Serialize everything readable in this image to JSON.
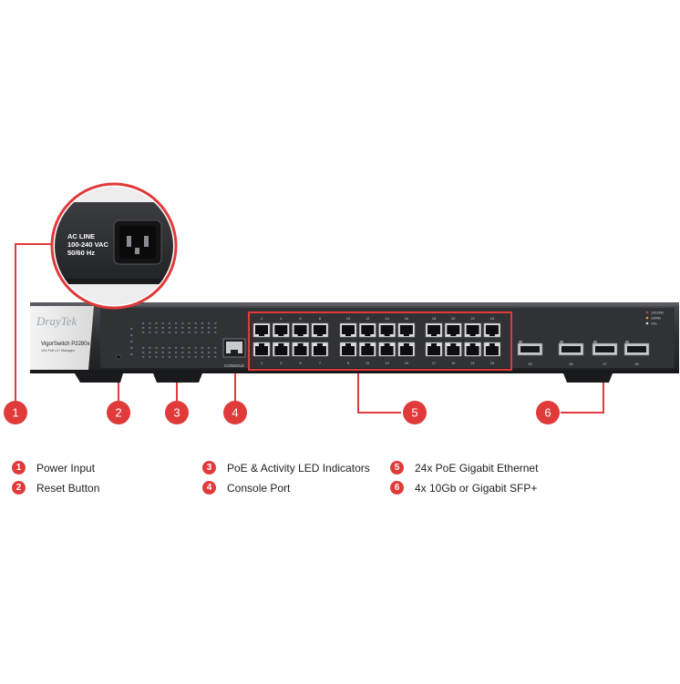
{
  "inset": {
    "label_lines": [
      "AC LINE",
      "100-240 VAC",
      "50/60 Hz"
    ]
  },
  "device": {
    "brand": "DrayTek",
    "model": "VigorSwitch P2280x",
    "subtitle": "10G PoE L2+ Managed",
    "console_label": "CONSOLE",
    "port_numbers_top": [
      "2",
      "4",
      "6",
      "8",
      "10",
      "12",
      "14",
      "16",
      "18",
      "20",
      "22",
      "24"
    ],
    "port_numbers_bottom": [
      "1",
      "3",
      "5",
      "7",
      "9",
      "11",
      "13",
      "15",
      "17",
      "19",
      "21",
      "23"
    ],
    "sfp_numbers": [
      "25",
      "26",
      "27",
      "28"
    ],
    "status_labels": [
      "10/100M",
      "1000M",
      "10G"
    ]
  },
  "callouts": [
    "1",
    "2",
    "3",
    "4",
    "5",
    "6"
  ],
  "legend": [
    {
      "num": "1",
      "text": "Power Input"
    },
    {
      "num": "2",
      "text": "Reset Button"
    },
    {
      "num": "3",
      "text": "PoE & Activity LED Indicators"
    },
    {
      "num": "4",
      "text": "Console Port"
    },
    {
      "num": "5",
      "text": "24x PoE Gigabit Ethernet"
    },
    {
      "num": "6",
      "text": "4x 10Gb or Gigabit SFP+"
    }
  ],
  "colors": {
    "accent": "#e03a3a",
    "chassis": "#2c2d31",
    "faceplate": "#36373b",
    "port_face": "#3a3b3f"
  }
}
